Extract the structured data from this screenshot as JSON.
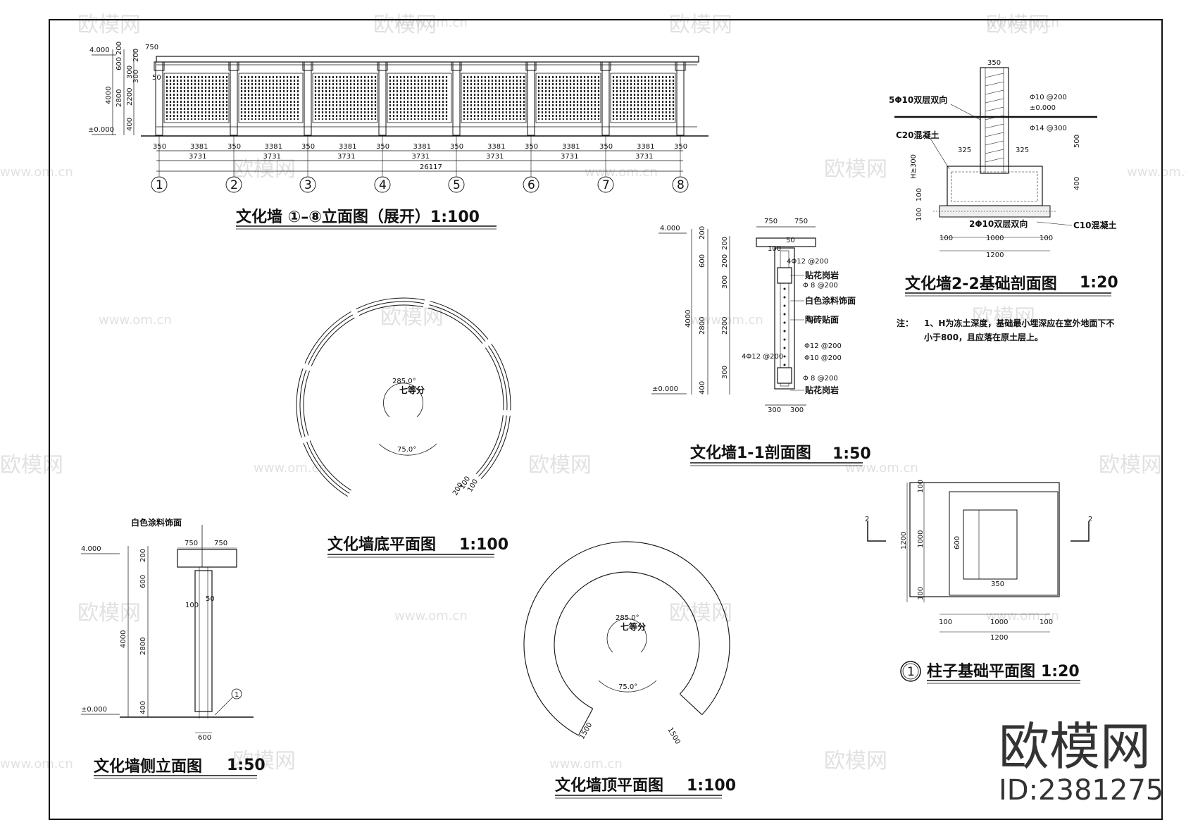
{
  "watermark": {
    "logo_text": "欧模网",
    "url_text": "www.om.cn",
    "url_short": "om.cn",
    "id_text": "ID:2381275"
  },
  "elevation": {
    "title": "文化墙 ①–⑧立面图（展开）1:100",
    "levels": [
      "4.000",
      "±0.000"
    ],
    "left_dims": [
      "600",
      "200",
      "4000",
      "2800",
      "2200",
      "300",
      "400"
    ],
    "top_dims": [
      "750",
      "200",
      "300",
      "50"
    ],
    "segments": [
      "350",
      "3381",
      "350",
      "3381",
      "350",
      "3381",
      "350",
      "3381",
      "350",
      "3381",
      "350",
      "3381",
      "350",
      "3381",
      "350"
    ],
    "spans": [
      "3731",
      "3731",
      "3731",
      "3731",
      "3731",
      "3731",
      "3731"
    ],
    "total": "26117",
    "axes": [
      "1",
      "2",
      "3",
      "4",
      "5",
      "6",
      "7",
      "8"
    ]
  },
  "section22": {
    "title": "文化墙2-2基础剖面图",
    "scale": "1:20",
    "labels": [
      "5Φ10双层双向",
      "C20混凝土",
      "2Φ10双层双向",
      "C10混凝土"
    ],
    "rebar": [
      "Φ10 @200",
      "±0.000",
      "Φ14 @300"
    ],
    "dims": [
      "350",
      "325",
      "325",
      "H≥300",
      "500",
      "400",
      "100",
      "100",
      "100",
      "1000",
      "100",
      "1200"
    ],
    "note_label": "注：",
    "note_line1": "1、H为冻土深度，基础最小埋深应在室外地面下不",
    "note_line2": "小于800，且应落在原土层上。"
  },
  "section11": {
    "title": "文化墙1-1剖面图",
    "scale": "1:50",
    "labels": [
      "贴花岗岩",
      "白色涂料饰面",
      "陶砖贴面",
      "贴花岗岩"
    ],
    "rebar": [
      "4Φ12 @200",
      "Φ 8 @200",
      "Φ12 @200",
      "Φ10 @200",
      "4Φ12 @200",
      "Φ 8 @200"
    ],
    "levels": [
      "4.000",
      "±0.000"
    ],
    "dims": [
      "750",
      "750",
      "100",
      "50",
      "200",
      "600",
      "200",
      "200",
      "300",
      "4000",
      "2800",
      "2200",
      "300",
      "400",
      "300",
      "300"
    ]
  },
  "base_plan": {
    "title": "文化墙底平面图",
    "scale": "1:100",
    "angle_top": "285.0°",
    "division": "七等分",
    "angle_bottom": "75.0°",
    "dims": [
      "100",
      "100",
      "200"
    ]
  },
  "top_plan": {
    "title": "文化墙顶平面图",
    "scale": "1:100",
    "angle_top": "285.0°",
    "division": "七等分",
    "angle_bottom": "75.0°",
    "dims": [
      "1500",
      "1500"
    ]
  },
  "side_elev": {
    "title": "文化墙侧立面图",
    "scale": "1:50",
    "finish": "白色涂料饰面",
    "levels": [
      "4.000",
      "±0.000"
    ],
    "dims": [
      "750",
      "750",
      "200",
      "600",
      "100",
      "50",
      "4000",
      "2800",
      "400",
      "600"
    ],
    "axis": "1"
  },
  "column_plan": {
    "title": "柱子基础平面图",
    "scale": "1:20",
    "axis": "1",
    "cut_mark": "2",
    "dims": [
      "1200",
      "100",
      "1000",
      "100",
      "600",
      "350",
      "100",
      "1000",
      "100",
      "1200"
    ]
  }
}
